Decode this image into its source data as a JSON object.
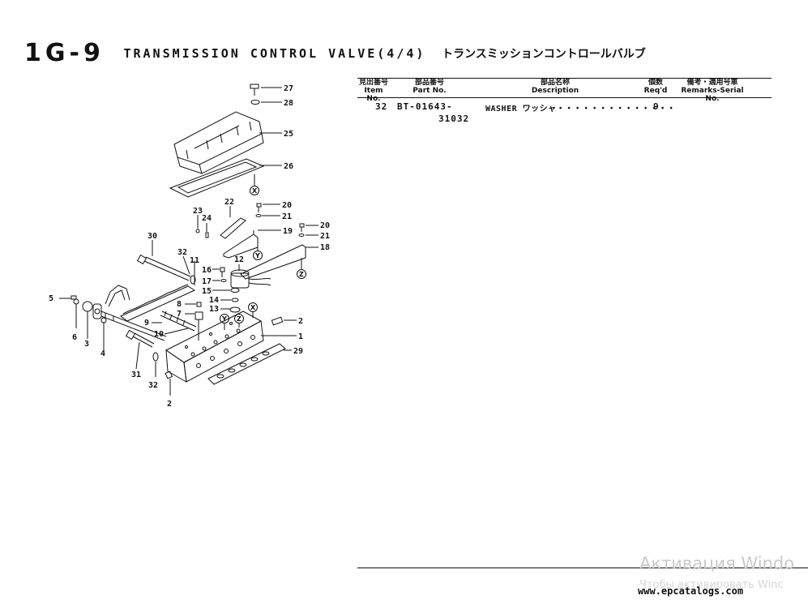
{
  "page": {
    "number": "1G-9",
    "title": "TRANSMISSION CONTROL VALVE(4/4)",
    "title_jp": "トランスミッションコントロールバルブ"
  },
  "table": {
    "headers": {
      "item": {
        "jp": "見出番号",
        "en": "Item No."
      },
      "part": {
        "jp": "部品番号",
        "en": "Part No."
      },
      "desc": {
        "jp": "部品名称",
        "en": "Description"
      },
      "qty": {
        "jp": "個数",
        "en": "Req'd"
      },
      "remarks": {
        "jp": "備考・適用号車",
        "en": "Remarks-Serial No."
      }
    },
    "rows": [
      {
        "item": "32",
        "part": "BT-01643-",
        "part_cont": "31032",
        "desc": "WASHER ワッシャ・・・・・・・・・・・・・・",
        "qty": "9"
      }
    ]
  },
  "diagram": {
    "callouts": [
      "1",
      "2",
      "2",
      "3",
      "4",
      "5",
      "6",
      "7",
      "8",
      "9",
      "10",
      "11",
      "12",
      "13",
      "14",
      "15",
      "16",
      "17",
      "18",
      "19",
      "20",
      "20",
      "21",
      "21",
      "22",
      "23",
      "24",
      "25",
      "26",
      "27",
      "28",
      "29",
      "30",
      "31",
      "32",
      "32"
    ],
    "refs": [
      "X",
      "X",
      "Y",
      "Y",
      "Z",
      "Z"
    ]
  },
  "watermark": {
    "line1": "Активация Windo",
    "line2": "Чтобы активировать Winc",
    "site": "www.epcatalogs.com"
  }
}
